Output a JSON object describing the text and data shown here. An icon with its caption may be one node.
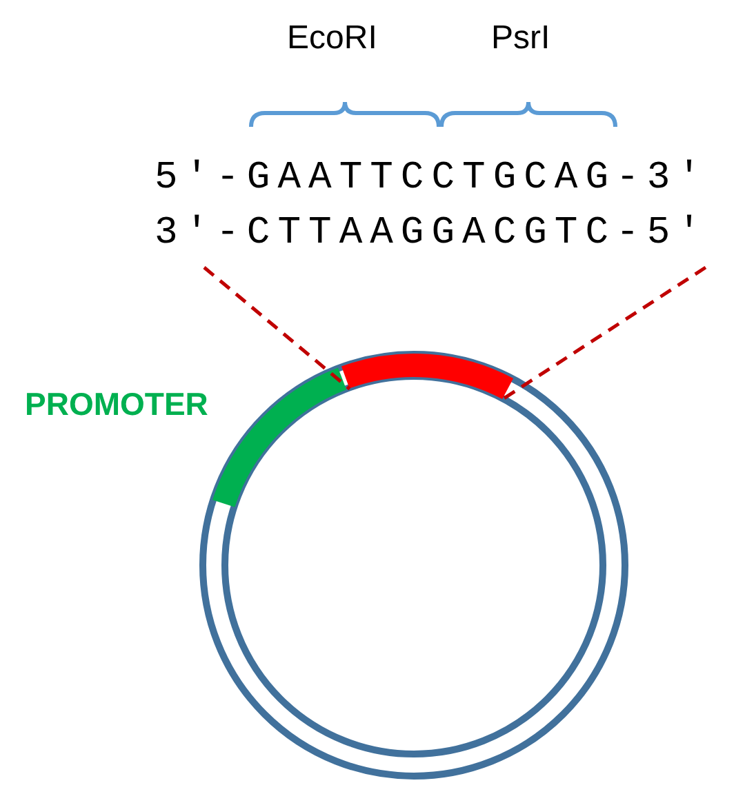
{
  "diagram": {
    "nodes": [
      {
        "text": [
          "5′-GAATTCCTGCAG-3′",
          "3′-CTTAAGGACGTC-5′"
        ]
      },
      {
        "text": [],
        "shape": "bar"
      }
    ],
    "edges": [
      {
        "from": 0,
        "to": 1,
        "arrow": "none",
        "style": "dashed",
        "color": "#c00000"
      },
      {
        "from": 0,
        "to": 1,
        "arrow": "none",
        "style": "dashed",
        "color": "#c00000"
      }
    ],
    "labels": [
      "EcoRI",
      "PsrI",
      "PROMOTER"
    ]
  }
}
